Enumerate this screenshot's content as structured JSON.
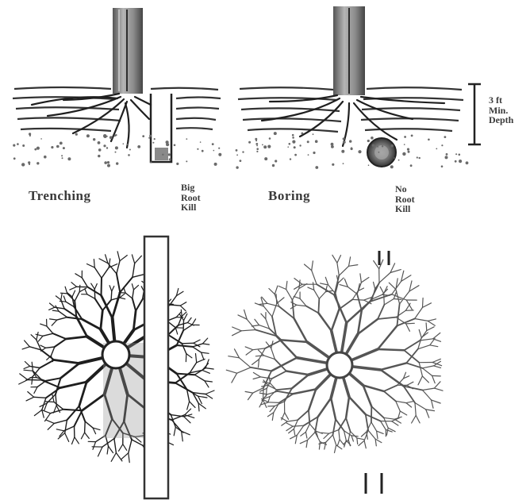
{
  "colors": {
    "ink": "#2b2b2b",
    "trunk": "#7a7a7a",
    "root_dark": "#1f1f1f",
    "root_light": "#8a8a8a",
    "soil_dots": "#6a6a6a",
    "paper": "#ffffff"
  },
  "top_left": {
    "method_label": "Trenching",
    "root_loss_lines": [
      "Big",
      "Root",
      "Kill"
    ]
  },
  "top_right": {
    "method_label": "Boring",
    "root_loss_lines": [
      "No",
      "Root",
      "Kill"
    ],
    "depth_lines": [
      "3 ft",
      "Min.",
      "Depth"
    ]
  }
}
